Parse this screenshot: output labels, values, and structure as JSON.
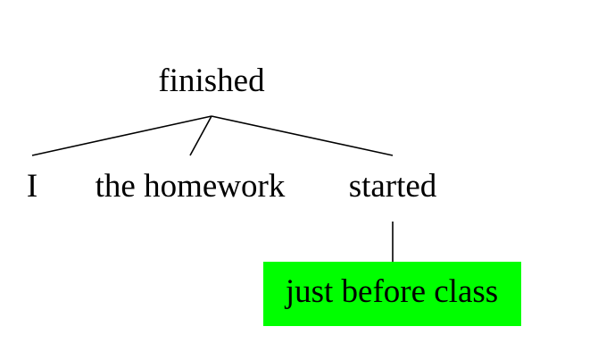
{
  "tree": {
    "root": {
      "label": "finished",
      "children": [
        {
          "label": "I",
          "children": []
        },
        {
          "label": "the homework",
          "children": []
        },
        {
          "label": "started",
          "children": [
            {
              "label": "just before class",
              "highlighted": true,
              "children": []
            }
          ]
        }
      ]
    }
  },
  "colors": {
    "highlight": "#00ff00",
    "text": "#000000",
    "edge": "#000000",
    "background": "#ffffff"
  }
}
